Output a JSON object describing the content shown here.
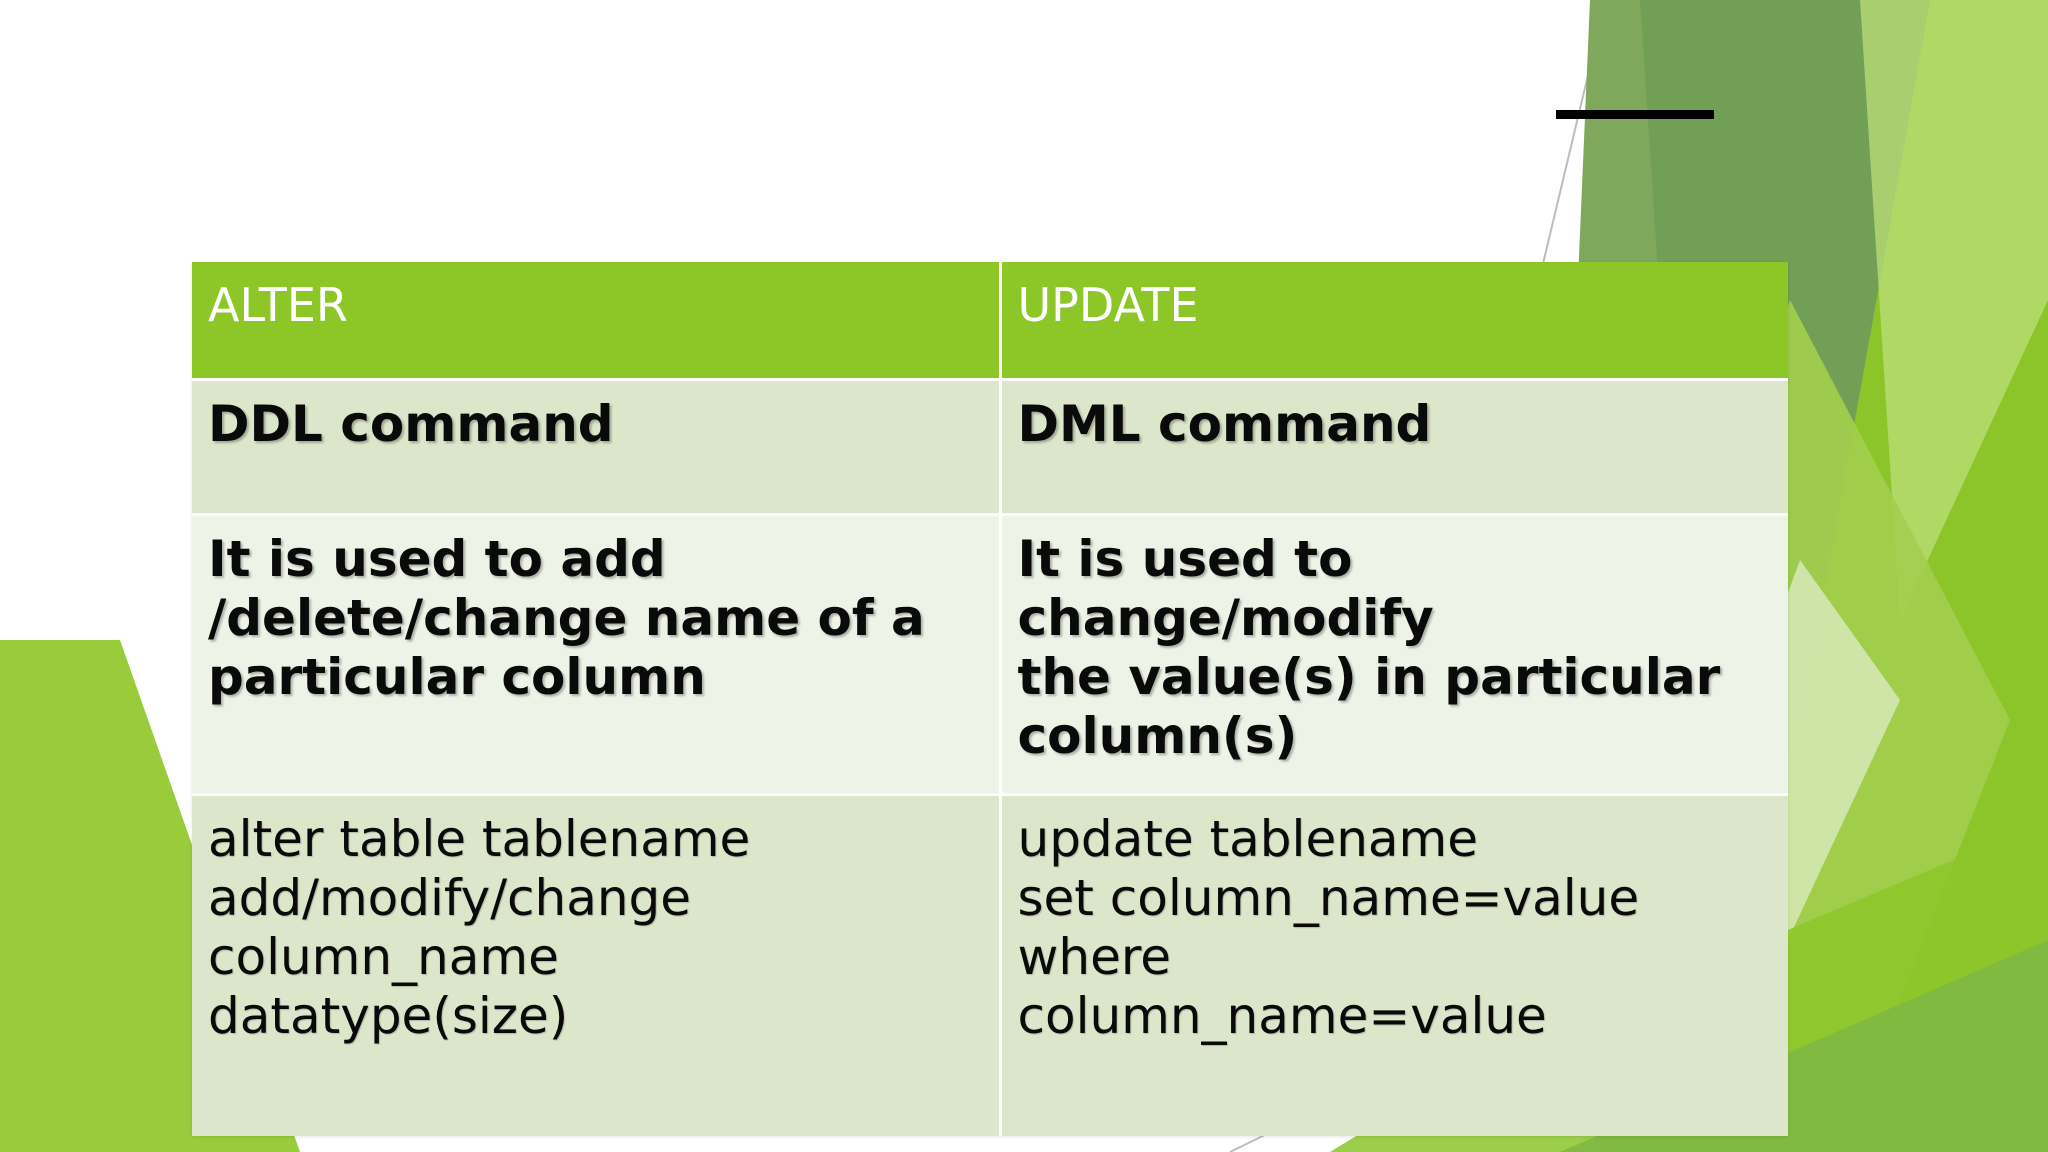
{
  "slide": {
    "background_color": "#FFFFFF",
    "accent_color": "#8CC627",
    "decoration": {
      "top_rule_color": "#000000",
      "polygon_colors": [
        "#7FA85C",
        "#6E9E53",
        "#8CC52A",
        "#A3CE4E",
        "#BBDD7A",
        "#D7E9B8",
        "#9ACB3B"
      ]
    }
  },
  "table": {
    "columns": [
      "ALTER",
      "UPDATE"
    ],
    "header_background": "#8CC627",
    "header_text_color": "#FFFFFF",
    "row_colors": [
      "#DCE6CB",
      "#EDF3E7",
      "#DCE6CB"
    ],
    "rows": [
      {
        "id": "command-type",
        "alter": "DDL command",
        "update": "DML command"
      },
      {
        "id": "purpose",
        "alter": "It is used to add\n/delete/change name of a\nparticular column",
        "update": "It is used to change/modify\nthe value(s) in particular\ncolumn(s)"
      },
      {
        "id": "syntax",
        "alter": "alter table tablename\nadd/modify/change\ncolumn_name\ndatatype(size)",
        "update": "update tablename\nset column_name=value\nwhere\ncolumn_name=value"
      }
    ]
  }
}
